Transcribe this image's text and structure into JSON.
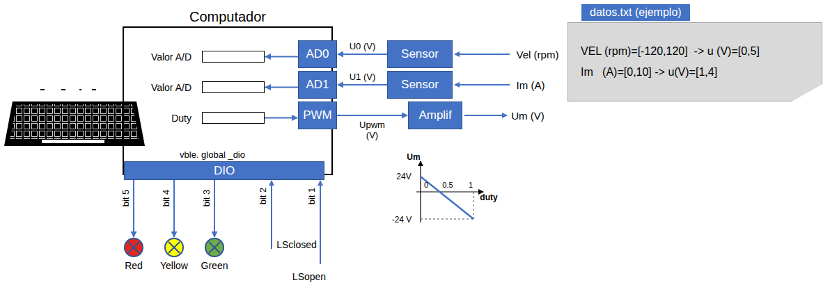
{
  "diagram": {
    "nodes": [
      {
        "text": [
          "Computador"
        ]
      },
      {
        "text": [
          "Valor A/D"
        ],
        "in": 0
      },
      {
        "text": [
          "Valor A/D"
        ],
        "in": 0
      },
      {
        "text": [
          "Duty"
        ],
        "in": 0
      },
      {
        "text": [
          "AD0"
        ]
      },
      {
        "text": [
          "AD1"
        ]
      },
      {
        "text": [
          "PWM"
        ]
      },
      {
        "text": [
          "DIO"
        ]
      },
      {
        "text": [
          "Sensor"
        ]
      },
      {
        "text": [
          "Sensor"
        ]
      },
      {
        "text": [
          "Amplif"
        ]
      },
      {
        "text": [
          "Red"
        ]
      },
      {
        "text": [
          "Yellow"
        ]
      },
      {
        "text": [
          "Green"
        ]
      },
      {
        "text": [
          "datos.txt (ejemplo)",
          "VEL (rpm)=[-120,120]  -> u (V)=[0,5]",
          "Im   (A)=[0,10] -> u(V)=[1,4]"
        ]
      }
    ],
    "edges": [
      {
        "from": 4,
        "to": 1,
        "arrow": "to"
      },
      {
        "from": 5,
        "to": 2,
        "arrow": "to"
      },
      {
        "from": 3,
        "to": 6,
        "arrow": "to"
      },
      {
        "from": 8,
        "to": 4,
        "label": "U0 (V)",
        "arrow": "to"
      },
      {
        "from": 9,
        "to": 5,
        "label": "U1 (V)",
        "arrow": "to"
      },
      {
        "from": 6,
        "to": 10,
        "label": "Upwm (V)",
        "arrow": "to"
      },
      {
        "from": 7,
        "to": 11,
        "label": "bit 5",
        "arrow": "to"
      },
      {
        "from": 7,
        "to": 12,
        "label": "bit 4",
        "arrow": "to"
      },
      {
        "from": 7,
        "to": 13,
        "label": "bit 3",
        "arrow": "to"
      }
    ],
    "labels": [
      "vble. global _dio",
      "Vel (rpm)",
      "Im (A)",
      "Um (V)",
      "bit 2",
      "bit 1",
      "LSclosed",
      "LSopen",
      "Um",
      "24V",
      "0",
      "0.5",
      "1",
      "duty",
      "-24 V"
    ]
  }
}
